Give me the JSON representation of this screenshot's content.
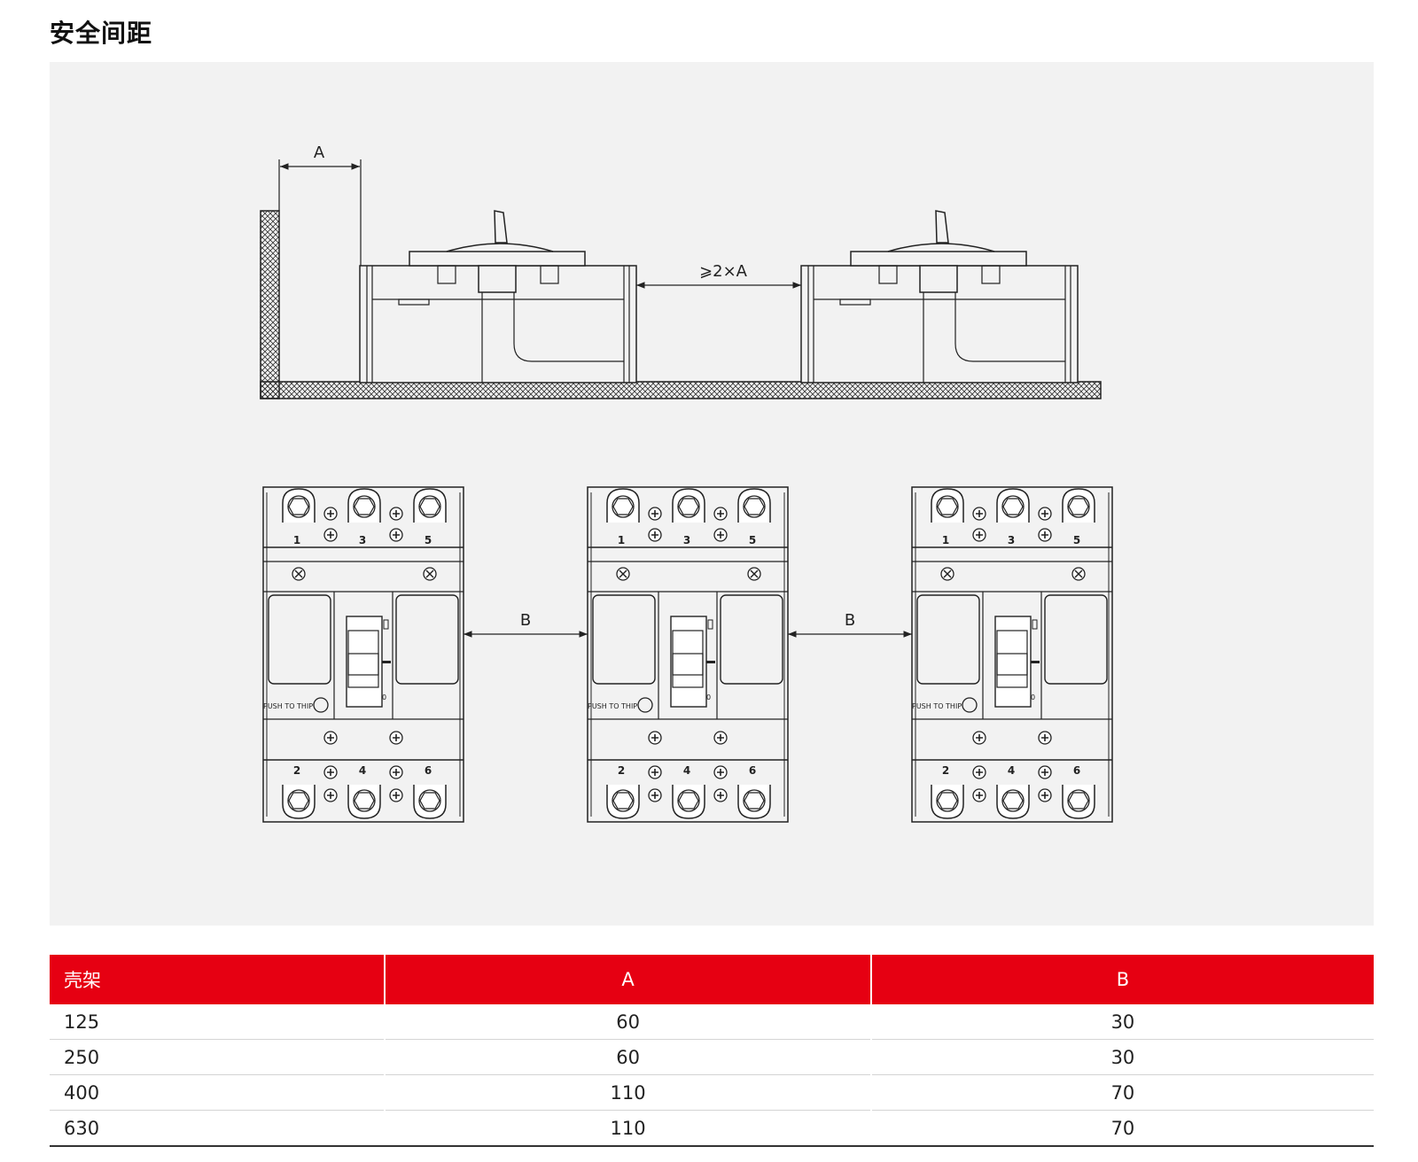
{
  "page": {
    "title": "安全间距"
  },
  "diagram": {
    "side_labels": {
      "dim_a": "A",
      "dim_2a": "⩾2×A"
    },
    "front_labels": {
      "dim_b": "B",
      "push_text": "PUSH TO THIP",
      "off_mark": "0"
    },
    "terminals_top": [
      "1",
      "3",
      "5"
    ],
    "terminals_bottom": [
      "2",
      "4",
      "6"
    ]
  },
  "table": {
    "headers": [
      "壳架",
      "A",
      "B"
    ],
    "rows": [
      [
        "125",
        "60",
        "30"
      ],
      [
        "250",
        "60",
        "30"
      ],
      [
        "400",
        "110",
        "70"
      ],
      [
        "630",
        "110",
        "70"
      ]
    ]
  }
}
